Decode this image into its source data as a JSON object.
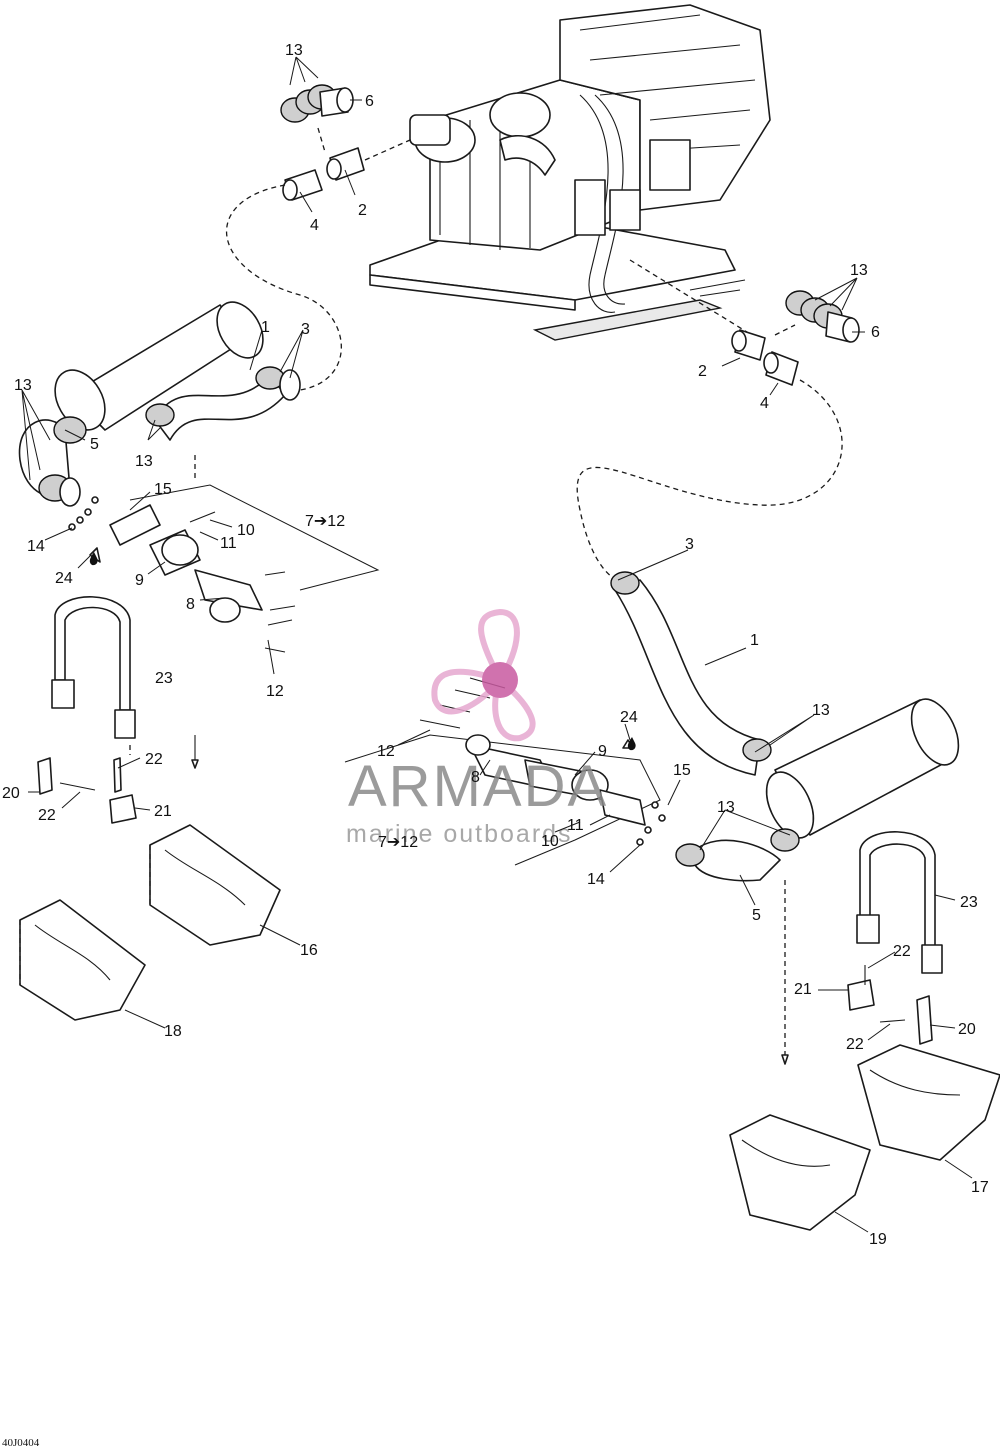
{
  "callouts": {
    "c13a": "13",
    "c6a": "6",
    "c2a": "2",
    "c4a": "4",
    "c13b": "13",
    "c6b": "6",
    "c2b": "2",
    "c4b": "4",
    "c1a": "1",
    "c3a": "3",
    "c13c": "13",
    "c13d": "13",
    "c5a": "5",
    "c15a": "15",
    "c10a": "10",
    "c11a": "11",
    "c7a": "7➔12",
    "c14a": "14",
    "c24a": "24",
    "c9a": "9",
    "c8a": "8",
    "c12a": "12",
    "c23a": "23",
    "c22a": "22",
    "c20a": "20",
    "c22b": "22",
    "c21a": "21",
    "c16a": "16",
    "c18a": "18",
    "c3b": "3",
    "c1b": "1",
    "c13e": "13",
    "c24b": "24",
    "c12b": "12",
    "c9b": "9",
    "c8b": "8",
    "c15b": "15",
    "c13f": "13",
    "c11b": "11",
    "c10b": "10",
    "c7b": "7➔12",
    "c14b": "14",
    "c5b": "5",
    "c23b": "23",
    "c22c": "22",
    "c21b": "21",
    "c20b": "20",
    "c22d": "22",
    "c17a": "17",
    "c19a": "19"
  },
  "watermark": {
    "brand": "ARMADA",
    "tagline": "marine outboards",
    "color": "#c85aa0"
  },
  "document_code": "40J0404"
}
